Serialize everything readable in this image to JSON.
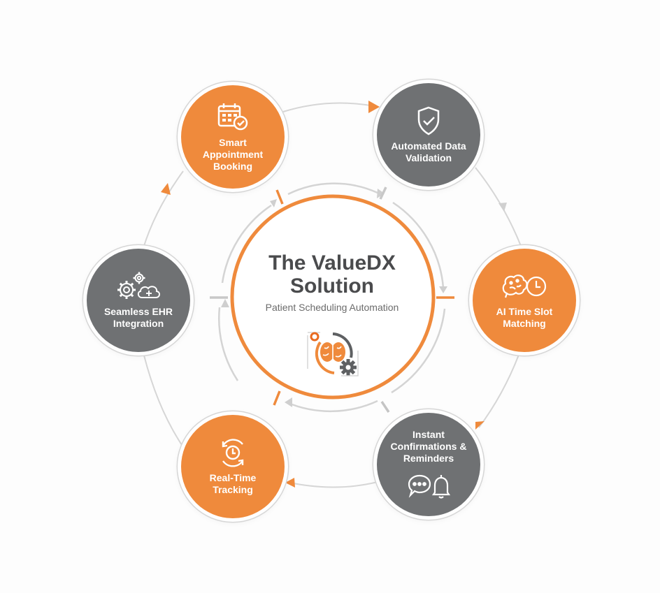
{
  "center": {
    "title_line1": "The ValueDX",
    "title_line2": "Solution",
    "subtitle": "Patient Scheduling Automation",
    "icon": "brain-gear-cycle-icon"
  },
  "nodes": [
    {
      "id": "smart-appointment-booking",
      "label": "Smart Appointment Booking",
      "icon": "calendar-check-icon",
      "color": "#ef8a3c"
    },
    {
      "id": "automated-data-validation",
      "label": "Automated Data Validation",
      "icon": "shield-check-icon",
      "color": "#6f7173"
    },
    {
      "id": "ai-time-slot-matching",
      "label": "AI Time Slot Matching",
      "icon": "brain-clock-icon",
      "color": "#ef8a3c"
    },
    {
      "id": "instant-confirmations-reminders",
      "label": "Instant Confirmations & Reminders",
      "icon": "chat-bell-icon",
      "color": "#6f7173"
    },
    {
      "id": "real-time-tracking",
      "label": "Real-Time Tracking",
      "icon": "clock-refresh-icon",
      "color": "#ef8a3c"
    },
    {
      "id": "seamless-ehr-integration",
      "label": "Seamless EHR Integration",
      "icon": "gears-cloud-icon",
      "color": "#6f7173"
    }
  ],
  "colors": {
    "accent": "#ef8a3c",
    "gray": "#6f7173",
    "connector": "#d4d4d4",
    "title": "#4a4b4d"
  }
}
